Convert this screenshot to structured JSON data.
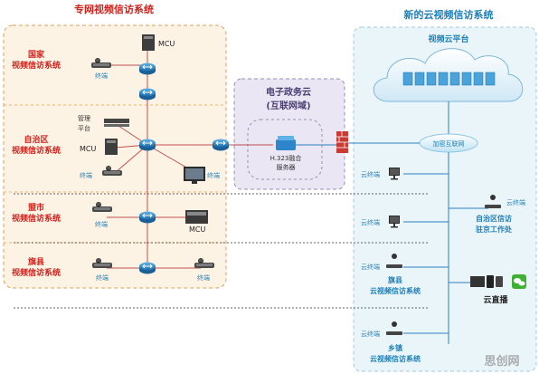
{
  "left_panel": {
    "title": "专网视频信访系统",
    "levels": {
      "national": [
        "国家",
        "视频信访系统"
      ],
      "region": [
        "自治区",
        "视频信访系统"
      ],
      "league": [
        "盟市",
        "视频信访系统"
      ],
      "banner": [
        "旗县",
        "视频信访系统"
      ]
    },
    "labels": {
      "mcu_national": "MCU",
      "terminal_national": "终端",
      "mgmt_platform": [
        "管理",
        "平台"
      ],
      "mcu_region": "MCU",
      "terminal_region_left": "终端",
      "terminal_region_right": "终端",
      "terminal_league": "终端",
      "mcu_league": "MCU",
      "terminal_banner_left": "终端",
      "terminal_banner_right": "终端"
    }
  },
  "middle_panel": {
    "title": [
      "电子政务云",
      "(互联网域)"
    ],
    "server_label": [
      "H.323融合",
      "服务器"
    ]
  },
  "right_panel": {
    "title": "新的云视频信访系统",
    "cloud_platform": "视频云平台",
    "internet_label": "加密互联网",
    "terminals": {
      "t1": "云终端",
      "t2": "云终端",
      "t3": "云终端",
      "t4": "云终端",
      "t5": "云终端"
    },
    "banner": [
      "旗县",
      "云视频信访系统"
    ],
    "township": [
      "乡镇",
      "云视频信访系统"
    ],
    "beijing": [
      "自治区信访",
      "驻京工作处"
    ],
    "live": "云直播"
  },
  "watermark": "思创网",
  "colors": {
    "left_bg": "#fdf3e4",
    "left_border": "#d9a25c",
    "mid_bg": "#ebe6f3",
    "right_bg": "#eaf5fa",
    "line_red": "#c0504d",
    "line_blue": "#2f7fc0",
    "router": "#2d86c9"
  }
}
